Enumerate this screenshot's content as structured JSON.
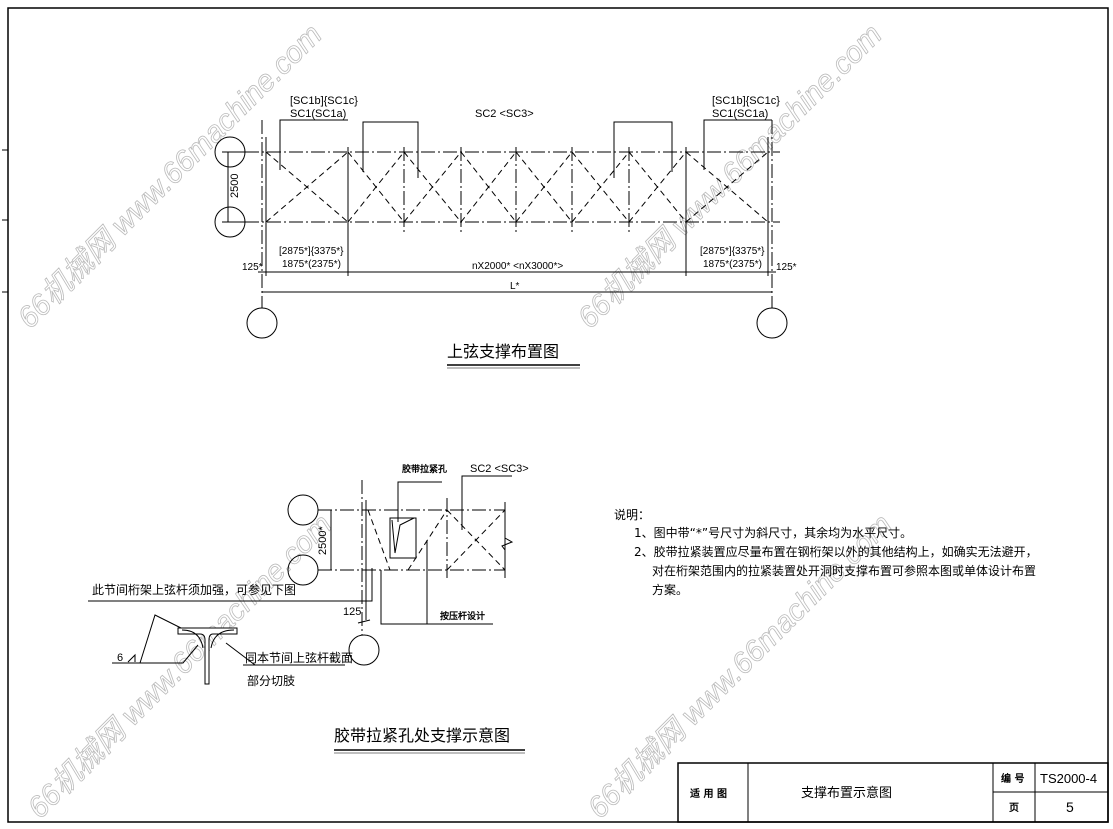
{
  "top_plan": {
    "title": "上弦支撑布置图",
    "left_label_line1": "[SC1b]{SC1c}",
    "left_label_line2": "SC1(SC1a)",
    "right_label_line1": "[SC1b]{SC1c}",
    "right_label_line2": "SC1(SC1a)",
    "middle_label": "SC2 <SC3>",
    "height_dim": "2500",
    "left_end_dim": "125*",
    "right_end_dim": "125*",
    "left_panel_dim_line1": "[2875*]{3375*}",
    "left_panel_dim_line2": "1875*(2375*)",
    "right_panel_dim_line1": "[2875*]{3375*}",
    "right_panel_dim_line2": "1875*(2375*)",
    "middle_dim": "nX2000* <nX3000*>",
    "total_dim": "L*"
  },
  "detail": {
    "title": "胶带拉紧孔处支撑示意图",
    "hole_label": "胶带拉紧孔",
    "brace_label": "SC2 <SC3>",
    "height_dim": "2500*",
    "offset_dim": "125",
    "strut_note": "按压杆设计",
    "reinforce_note": "此节间桁架上弦杆须加强，可参见下图",
    "weld_size": "6",
    "section_note_line1": "同本节间上弦杆截面",
    "section_note_line2": "部分切肢"
  },
  "notes": {
    "heading": "说明：",
    "items": [
      "1、图中带“*”号尺寸为斜尺寸，其余均为水平尺寸。",
      "2、胶带拉紧装置应尽量布置在钢桁架以外的其他结构上，如确实无法避开，",
      "对在桁架范围内的拉紧装置处开洞时支撑布置可参照本图或单体设计布置",
      "方案。"
    ]
  },
  "title_block": {
    "applicable_label": "适 用 图",
    "drawing_title": "支撑布置示意图",
    "number_label": "编 号",
    "number_value": "TS2000-4",
    "page_label": "页",
    "page_value": "5"
  },
  "watermark": "66机械网 www.66machine.com"
}
